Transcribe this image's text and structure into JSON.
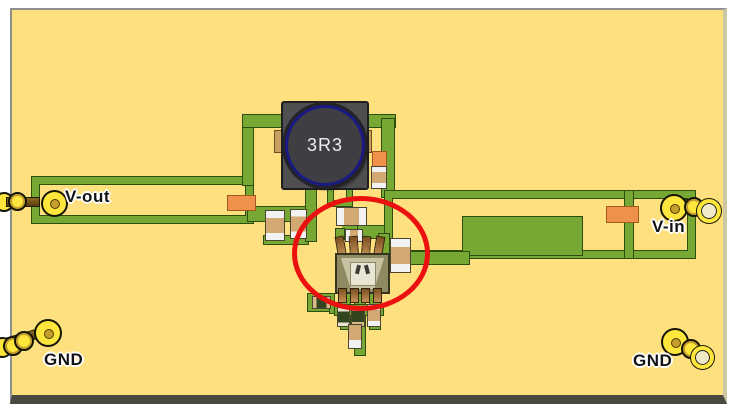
{
  "figure": {
    "type": "pcb-3d-render",
    "board_labels": {
      "vout": "V-out",
      "vin": "V-in",
      "gnd_left": "GND",
      "gnd_right": "GND"
    },
    "inductor_marking": "3R3"
  },
  "colors": {
    "board_yellow": "#FFE07E",
    "copper_green": "#76A833",
    "copper_outline": "#2F4D0D",
    "cap_tan": "#D2A873",
    "cap_end": "#F2F2F2",
    "pad_tan": "#C99F62",
    "smd_orange": "#F0914B",
    "smd_dark": "#32451F",
    "inductor_body": "#4F4F52",
    "inductor_circle": "#3E3E43",
    "inductor_ring": "#1A1A82",
    "ic_body": "#8F8A62",
    "ic_inner": "#C9C2A2",
    "ic_center": "#E9E5D5",
    "pin_copper": "#C89058",
    "pin_yellow": "#FFE63C",
    "annotation_red": "#EC1111",
    "edge_gray": "#8F8F8F",
    "edge_light": "#CBC7A2",
    "edge_dark": "#4A4A42"
  }
}
